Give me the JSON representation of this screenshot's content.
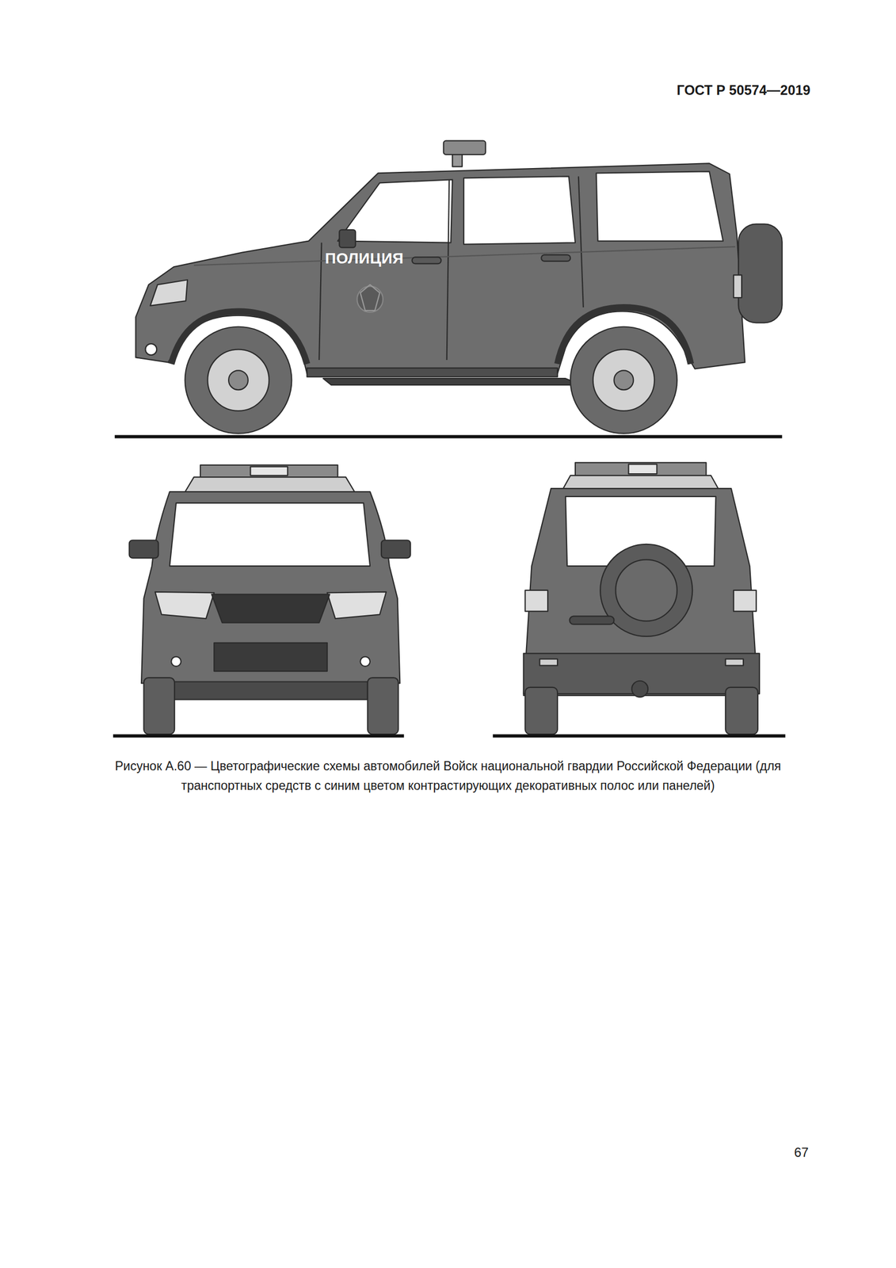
{
  "diagram": {
    "caption": "Рисунок А.60 — Цветографические схемы автомобилей Войск национальной гвардии Российской Федерации (для транспортных средств с синим цветом контрастирующих декоративных полос или панелей)",
    "labels": [
      "ГОСТ Р 50574—2019",
      "ПОЛИЦИЯ",
      "67"
    ]
  }
}
